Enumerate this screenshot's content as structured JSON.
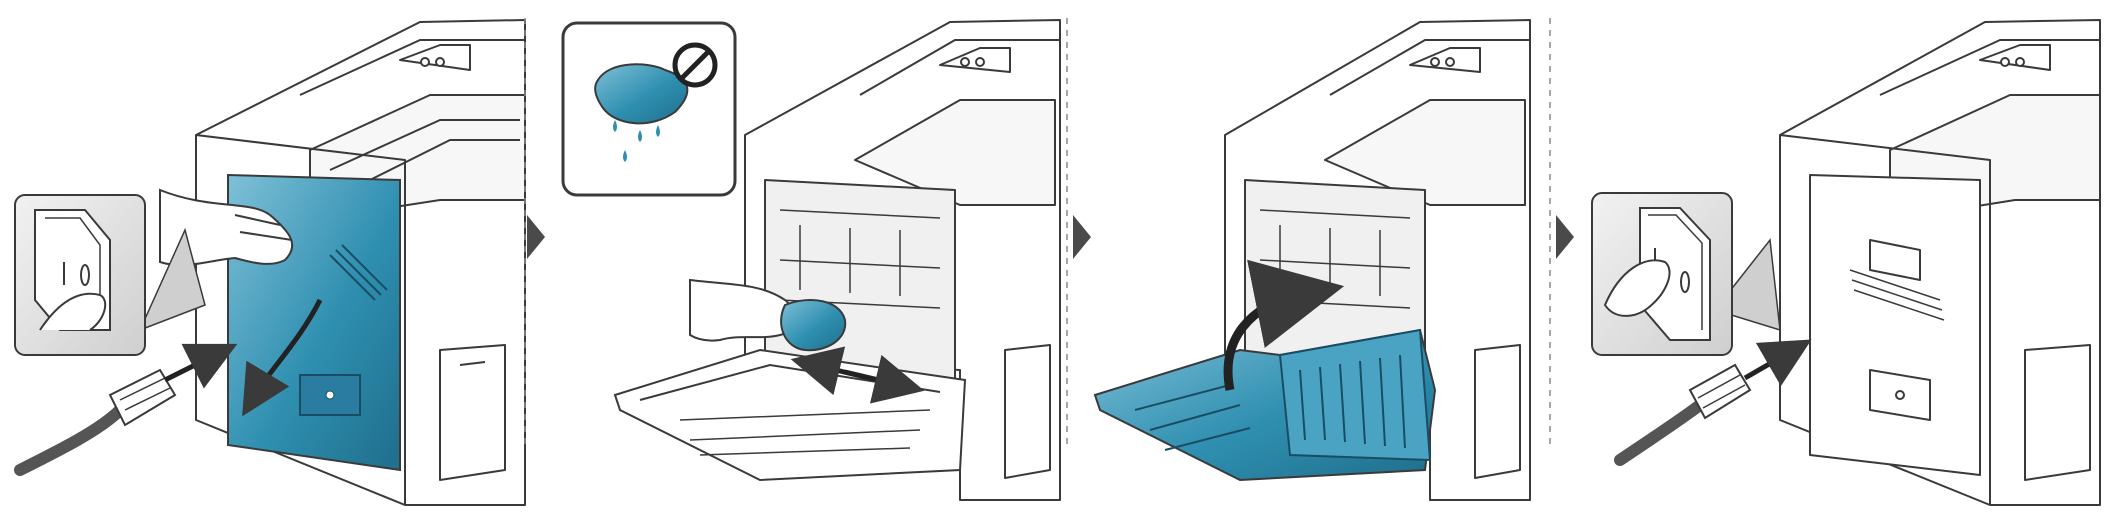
{
  "figure": {
    "colors": {
      "line": "#3a3a3a",
      "panel_fill": "#ffffff",
      "accent": "#2f8fb0",
      "accent_dark": "#1f6e8c",
      "accent_light": "#7fc0d8",
      "callout_bg": "#e4e4e4",
      "arrow": "#4a4a4a",
      "divider": "#8a8a8a",
      "cable": "#555555"
    },
    "steps": [
      {
        "index": 1,
        "action": "switch-off-and-unplug",
        "icons": [
          "power-switch-icon",
          "power-cable-icon",
          "side-cover-open-icon"
        ]
      },
      {
        "index": 2,
        "action": "wipe-inside-with-dry-cloth",
        "icons": [
          "wet-cloth-icon",
          "prohibited-icon",
          "cloth-icon",
          "wipe-direction-icon"
        ]
      },
      {
        "index": 3,
        "action": "close-rear-cover",
        "icons": [
          "rear-cover-close-icon"
        ]
      },
      {
        "index": 4,
        "action": "plug-in-and-switch-on",
        "icons": [
          "power-switch-icon",
          "power-cable-icon"
        ]
      }
    ]
  }
}
